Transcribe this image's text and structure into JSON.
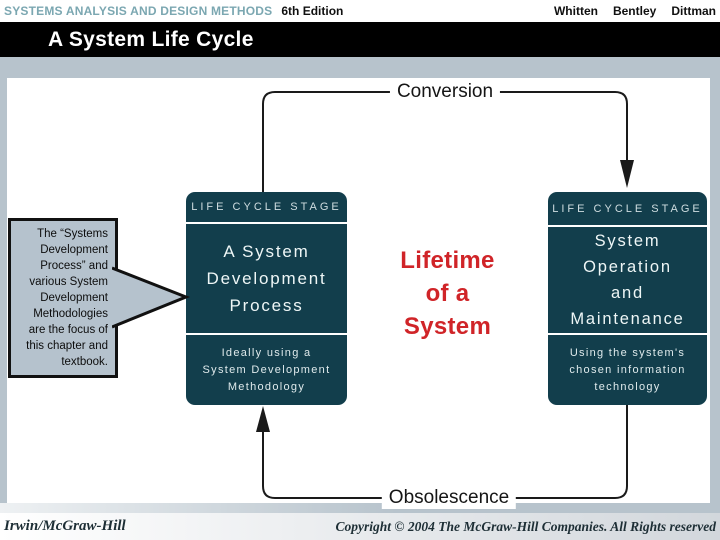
{
  "header": {
    "book_title": "SYSTEMS ANALYSIS AND DESIGN METHODS",
    "edition": "6th Edition",
    "authors": [
      "Whitten",
      "Bentley",
      "Dittman"
    ]
  },
  "slide": {
    "title": "A System Life Cycle"
  },
  "diagram": {
    "conversion_label": "Conversion",
    "obsolescence_label": "Obsolescence",
    "lifetime_lines": [
      "Lifetime",
      "of a",
      "System"
    ],
    "left_box": {
      "header": "LIFE CYCLE STAGE",
      "title_lines": [
        "A System",
        "Development",
        "Process"
      ],
      "subtitle_lines": [
        "Ideally using a",
        "System Development",
        "Methodology"
      ]
    },
    "right_box": {
      "header": "LIFE CYCLE STAGE",
      "title_lines": [
        "System",
        "Operation",
        "and",
        "Maintenance"
      ],
      "subtitle_lines": [
        "Using the system's",
        "chosen information",
        "technology"
      ]
    },
    "callout_lines": [
      "The “Systems",
      "Development",
      "Process” and",
      "various System",
      "Development",
      "Methodologies",
      "are the focus of",
      "this chapter and",
      "textbook."
    ]
  },
  "footer": {
    "left": "Irwin/McGraw-Hill",
    "right": "Copyright © 2004 The McGraw-Hill Companies. All Rights reserved"
  },
  "colors": {
    "box_fill": "#123e4c",
    "accent_red": "#d02428",
    "frame_gray": "#b7c3cc",
    "band_black": "#000000",
    "teal_text": "#7ba7b1",
    "line_black": "#1a1a1a",
    "callout_fill": "#b5c2cd",
    "footer_text": "#1d2e35"
  }
}
